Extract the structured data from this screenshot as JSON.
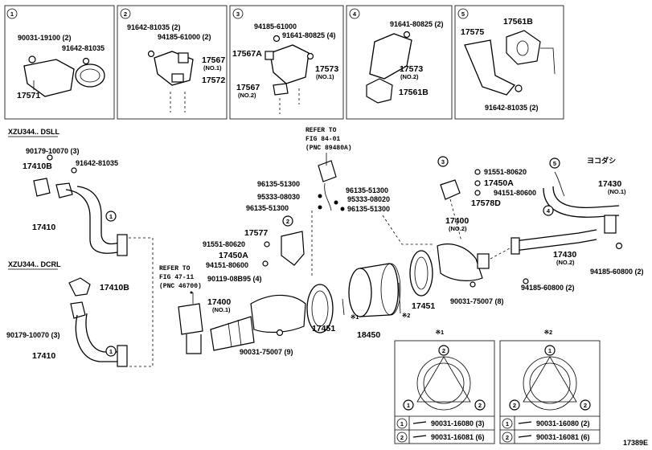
{
  "boxes": [
    {
      "num": "1",
      "labels": [
        "90031-19100 (2)",
        "91642-81035",
        "17571"
      ]
    },
    {
      "num": "2",
      "labels": [
        "91642-81035 (2)",
        "94185-61000 (2)",
        "17567",
        "(NO.1)",
        "17572"
      ]
    },
    {
      "num": "3",
      "labels": [
        "94185-61000",
        "91641-80825 (4)",
        "17567A",
        "17573",
        "(NO.1)",
        "17567",
        "(NO.2)"
      ]
    },
    {
      "num": "4",
      "labels": [
        "91641-80825 (2)",
        "17573",
        "(NO.2)",
        "17561B"
      ]
    },
    {
      "num": "5",
      "labels": [
        "17575",
        "17561B",
        "91642-81035 (2)"
      ]
    }
  ],
  "variants": {
    "dsl": "XZU344.. DSLL",
    "dcr": "XZU344.. DCRL"
  },
  "refs": {
    "r1": [
      "REFER TO",
      "FIG 84-01",
      "(PNC 89480A)"
    ],
    "r2": [
      "REFER TO",
      "FIG 47-11",
      "(PNC 46700)"
    ]
  },
  "main_labels": {
    "a": "90179-10070 (3)",
    "b": "17410B",
    "c": "91642-81035",
    "d": "17410",
    "e": "17410B",
    "f": "90179-10070 (3)",
    "g": "17410",
    "h": "96135-51300",
    "i": "96135-51300",
    "j": "95333-08030",
    "k": "95333-08020",
    "l": "96135-51300",
    "m": "96135-51300",
    "n": "17577",
    "o": "91551-80620",
    "p": "17450A",
    "q": "94151-80600",
    "r": "90119-08B95 (4)",
    "s": "17400",
    "t": "(NO.1)",
    "u": "90031-75007 (9)",
    "v": "17451",
    "w": "18450",
    "x": "17451",
    "y": "91551-80620",
    "z": "17450A",
    "aa": "94151-80600",
    "ab": "17578D",
    "ac": "17400",
    "ad": "(NO.2)",
    "ae": "90031-75007 (8)",
    "af": "ヨコダシ",
    "ag": "17430",
    "ah": "(NO.1)",
    "ai": "17430",
    "aj": "(NO.2)",
    "ak": "94185-60800 (2)",
    "al": "94185-60800 (2)",
    "mark1": "※1",
    "mark2": "※2"
  },
  "callouts": [
    "1",
    "2",
    "3",
    "4",
    "5",
    "1",
    "2",
    "1",
    "2",
    "2",
    "2",
    "1",
    "2",
    "2"
  ],
  "legend_left": {
    "title": "※1",
    "row1": "90031-16080 (3)",
    "row2": "90031-16081 (6)"
  },
  "legend_right": {
    "title": "※2",
    "row1": "90031-16080 (2)",
    "row2": "90031-16081 (6)"
  },
  "legend_nums": [
    "1",
    "2",
    "1",
    "2"
  ],
  "diagram_code": "17389E"
}
